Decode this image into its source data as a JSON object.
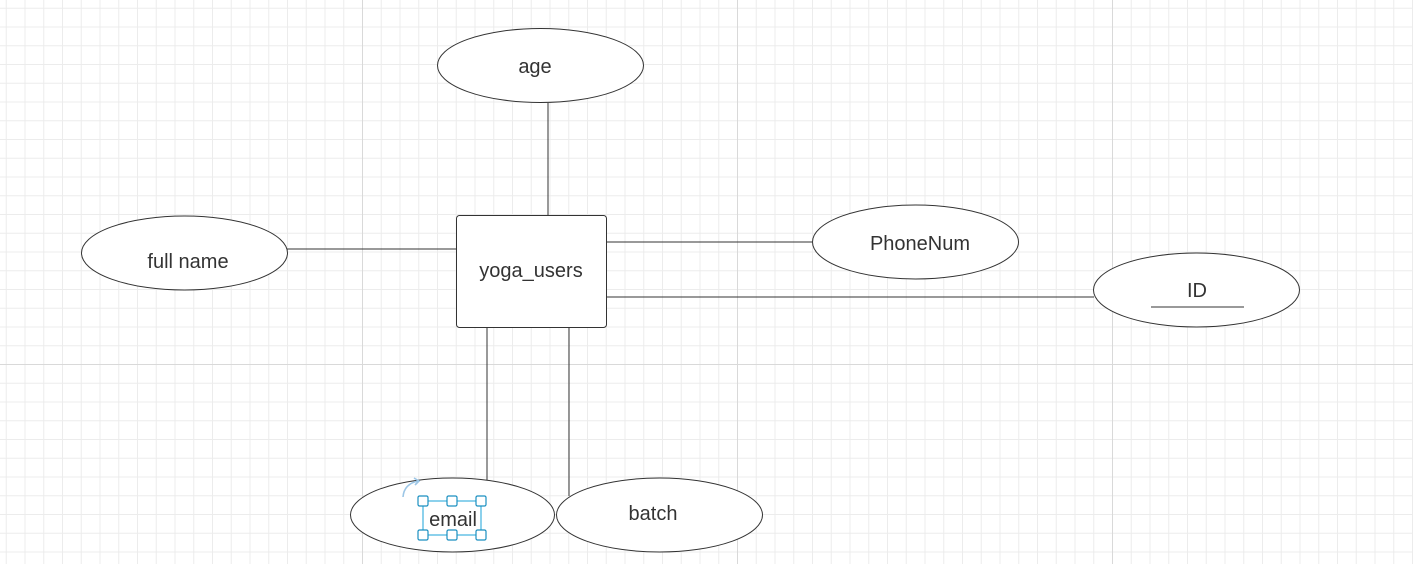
{
  "diagram": {
    "entity": {
      "label": "yoga_users"
    },
    "attributes": {
      "age": "age",
      "full_name": "full name",
      "phone": "PhoneNum",
      "id": "ID",
      "email": "email",
      "batch": "batch"
    },
    "primary_key": "ID",
    "selected_attribute": "email",
    "colors": {
      "stroke": "#333333",
      "grid_major": "#d9d9d9",
      "grid_minor": "#ececec",
      "selection": "#1aa3d9"
    }
  }
}
